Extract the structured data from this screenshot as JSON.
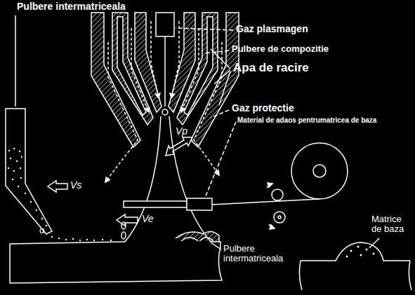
{
  "diagram": {
    "labels": [
      "Pulbere intermatriceala",
      "Gaz plasmagen",
      "Pulbere de compozitie",
      "Apa de racire",
      "Gaz protectie",
      "Material de adaos pentrumatricea de baza",
      "Vp",
      "Vs",
      "Ve",
      "α",
      "Matrice de baza",
      "Pulbere intermatriceala"
    ]
  }
}
